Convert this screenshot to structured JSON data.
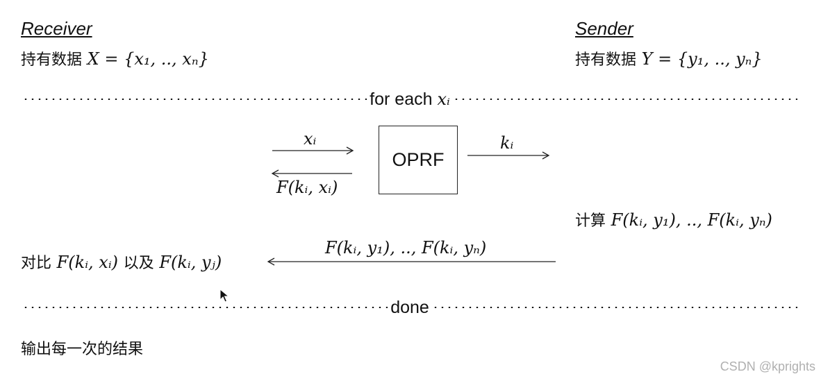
{
  "receiver": {
    "title": "Receiver",
    "holds_label": "持有数据",
    "holds_math": "X = {x₁, .., xₙ}"
  },
  "sender": {
    "title": "Sender",
    "holds_label": "持有数据",
    "holds_math": "Y = {y₁, .., yₙ}"
  },
  "loop_start": {
    "text": "for each",
    "var": "xᵢ"
  },
  "oprf": {
    "box_label": "OPRF",
    "input_label": "xᵢ",
    "output_label": "F(kᵢ, xᵢ)",
    "key_label": "kᵢ"
  },
  "sender_compute": {
    "label": "计算",
    "math": "F(kᵢ, y₁), .., F(kᵢ, yₙ)"
  },
  "send_back": {
    "label": "F(kᵢ, y₁), .., F(kᵢ, yₙ)"
  },
  "receiver_compare": {
    "label1": "对比",
    "math1": "F(kᵢ, xᵢ)",
    "label2": "以及",
    "math2": "F(kᵢ, yⱼ)"
  },
  "loop_end": {
    "text": "done"
  },
  "output": {
    "text": "输出每一次的结果"
  },
  "watermark": "CSDN @kprights"
}
